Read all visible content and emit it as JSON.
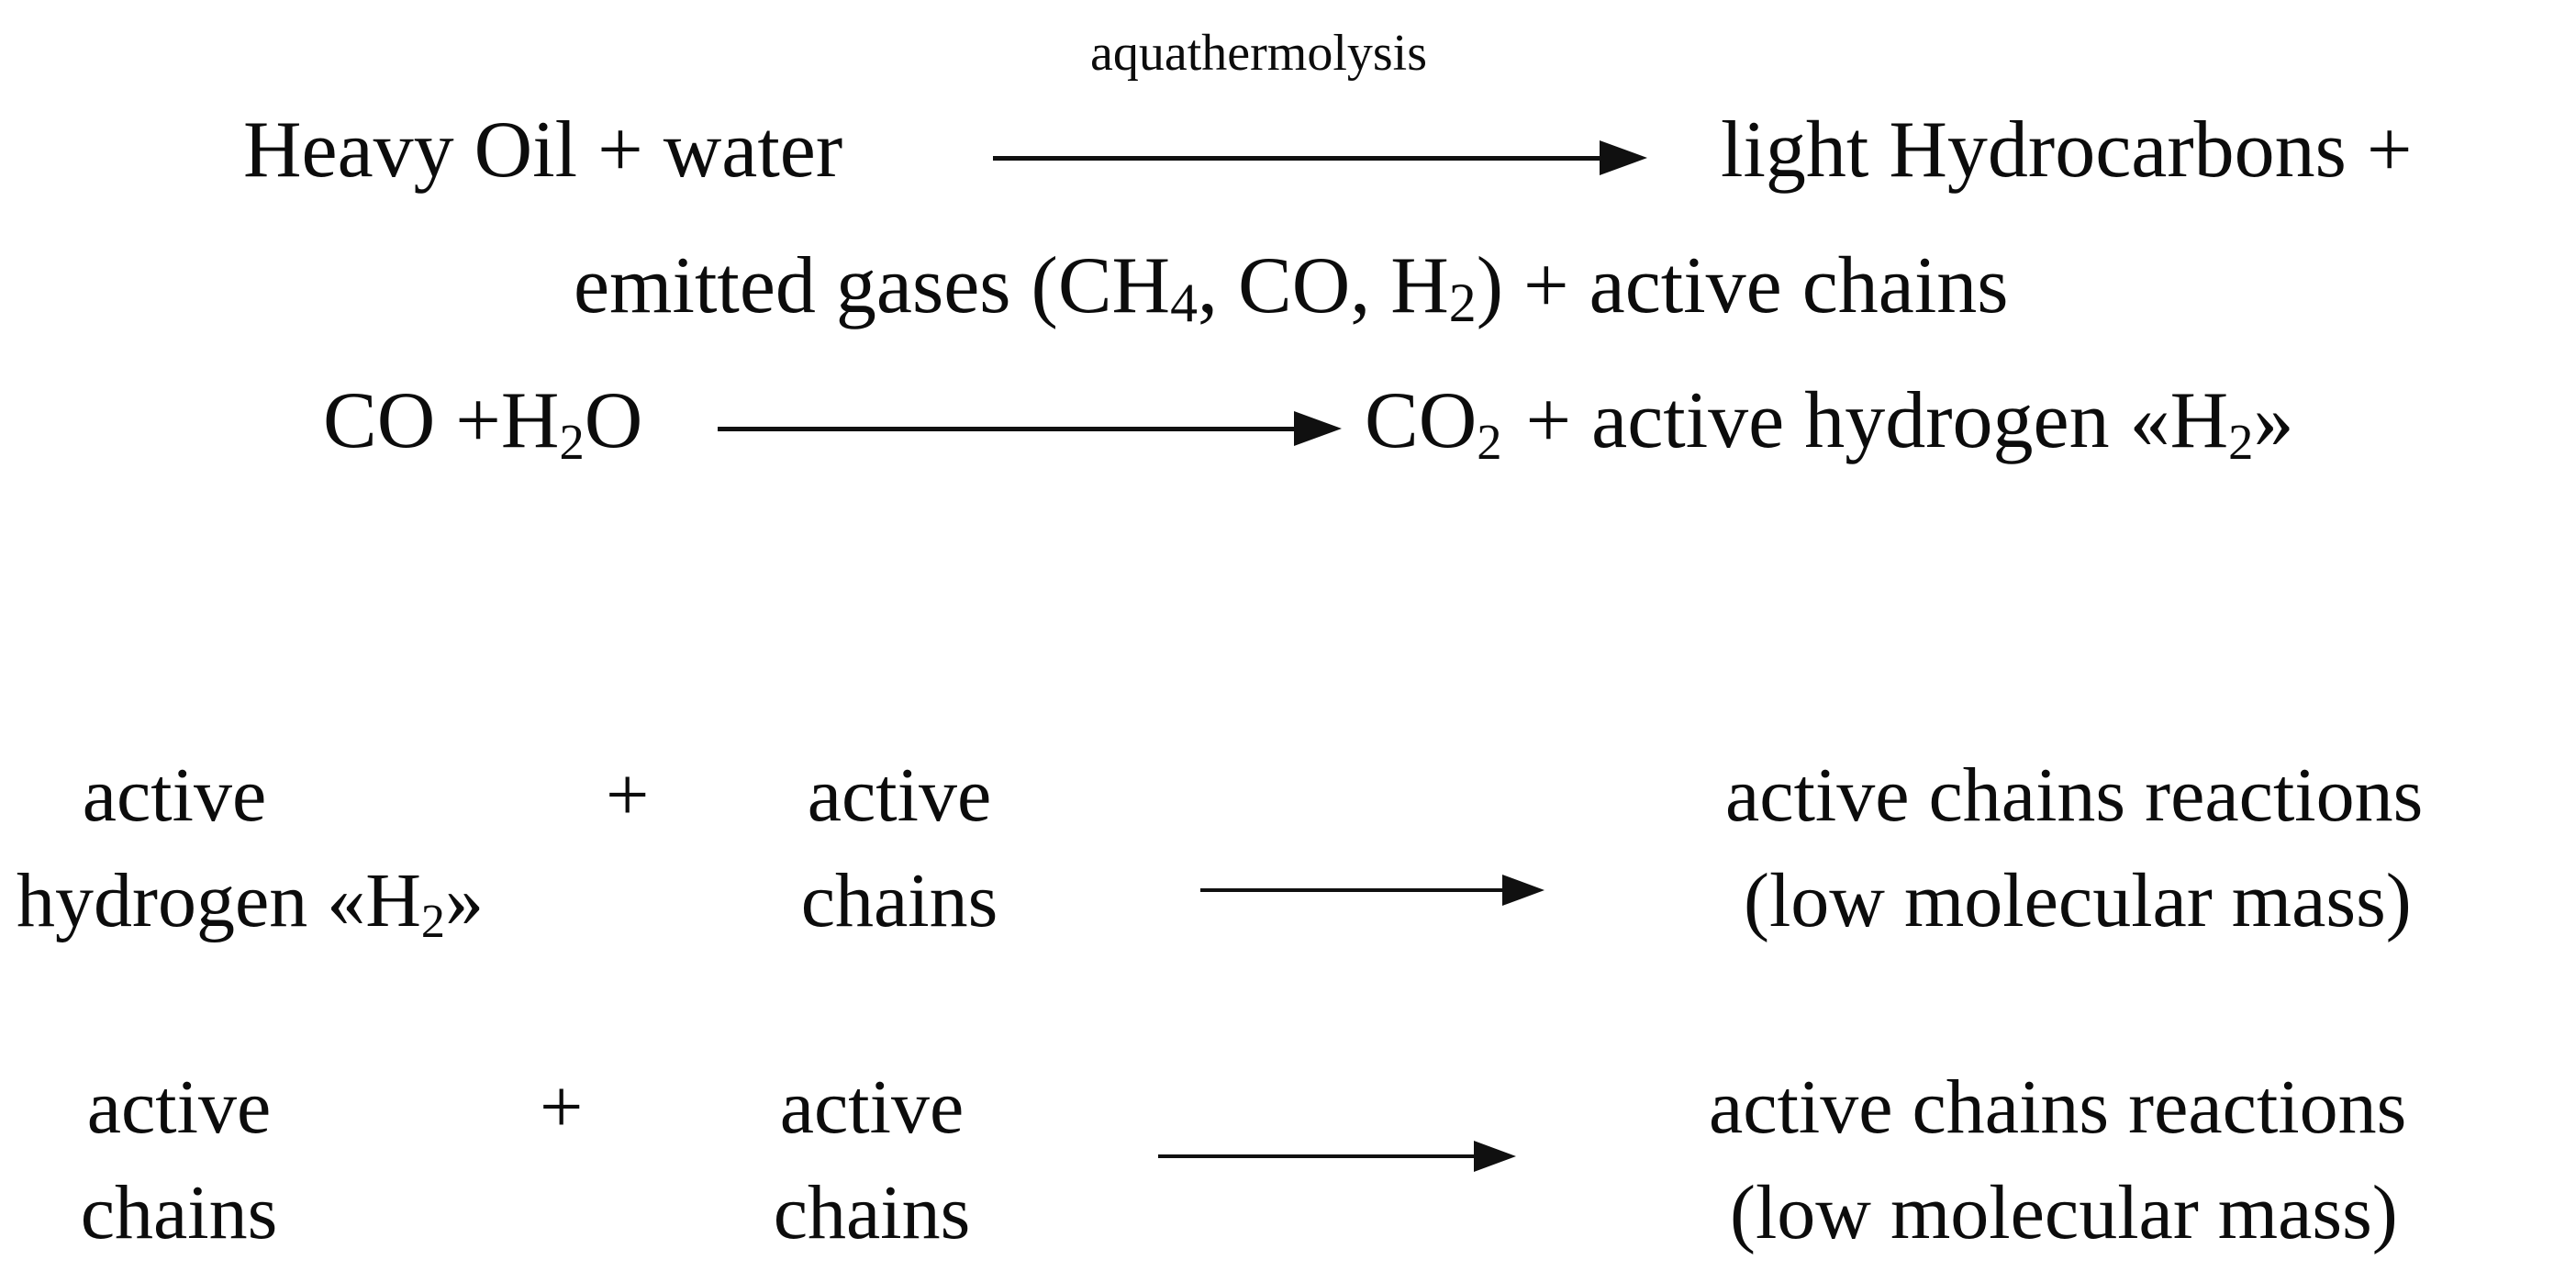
{
  "figure": {
    "kind": "reaction-scheme",
    "background_color": "#ffffff",
    "text_color": "#0c0c0c"
  },
  "scheme_top": {
    "line1": {
      "reactants": "Heavy Oil + water",
      "arrow_label": "aquathermolysis",
      "products_part1": "light Hydrocarbons +"
    },
    "line2": {
      "products_part2_a": "emitted gases (CH",
      "products_part2_sub1": "4",
      "products_part2_b": ", CO, H",
      "products_part2_sub2": "2",
      "products_part2_c": ") + active chains"
    },
    "line3": {
      "reactants_a": "CO +H",
      "reactants_sub": "2",
      "reactants_b": "O",
      "products_a": "CO",
      "products_sub": "2",
      "products_b": "+ active hydrogen «H",
      "products_sub2": "2",
      "products_c": "»"
    }
  },
  "scheme_block2": {
    "reactant_left_line1": "active",
    "reactant_left_line2_a": "hydrogen «H",
    "reactant_left_line2_sub": "2",
    "reactant_left_line2_b": "»",
    "plus": "+",
    "reactant_right_line1": "active",
    "reactant_right_line2": "chains",
    "product_line1": "active chains reactions",
    "product_line2": "(low molecular mass)"
  },
  "scheme_block3": {
    "reactant_left_line1": "active",
    "reactant_left_line2": "chains",
    "plus": "+",
    "reactant_right_line1": "active",
    "reactant_right_line2": "chains",
    "product_line1": "active chains reactions",
    "product_line2": "(low molecular mass)"
  }
}
